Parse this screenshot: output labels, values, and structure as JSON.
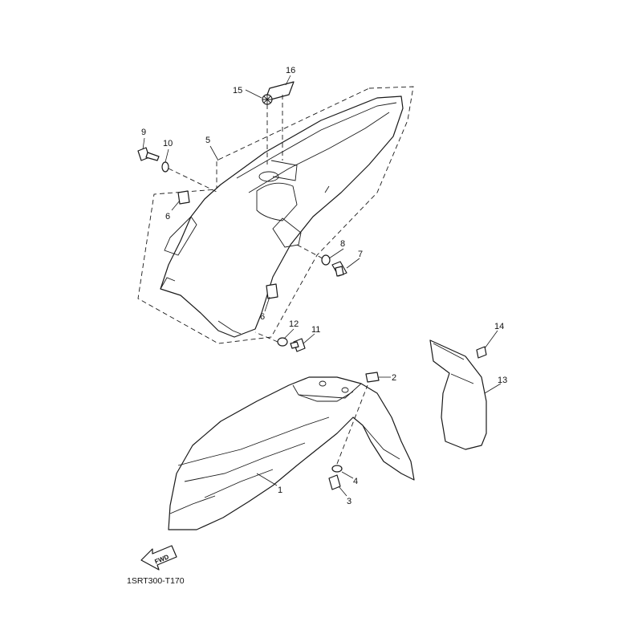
{
  "diagram": {
    "code": "1SRT300-T170",
    "fwd_label": "FWD",
    "callouts": {
      "c1": "1",
      "c2": "2",
      "c3": "3",
      "c4": "4",
      "c5": "5",
      "c6a": "6",
      "c6b": "6",
      "c7": "7",
      "c8": "8",
      "c9": "9",
      "c10": "10",
      "c11": "11",
      "c12": "12",
      "c13": "13",
      "c14": "14",
      "c15": "15",
      "c16": "16"
    }
  }
}
